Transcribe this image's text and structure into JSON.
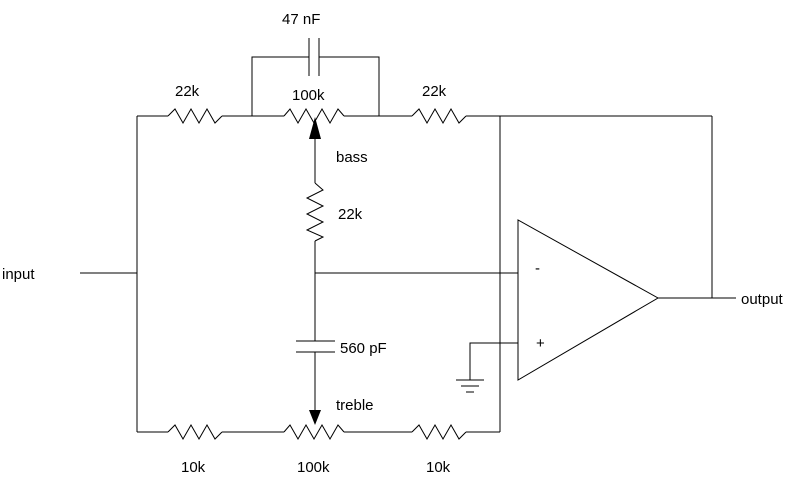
{
  "labels": {
    "input": "input",
    "output": "output",
    "cap_top": "47 nF",
    "r_top_left": "22k",
    "pot_top": "100k",
    "r_top_right": "22k",
    "bass": "bass",
    "r_mid": "22k",
    "cap_mid": "560 pF",
    "treble": "treble",
    "r_bot_left": "10k",
    "pot_bot": "100k",
    "r_bot_right": "10k",
    "opamp_minus": "-",
    "opamp_plus": "+"
  }
}
